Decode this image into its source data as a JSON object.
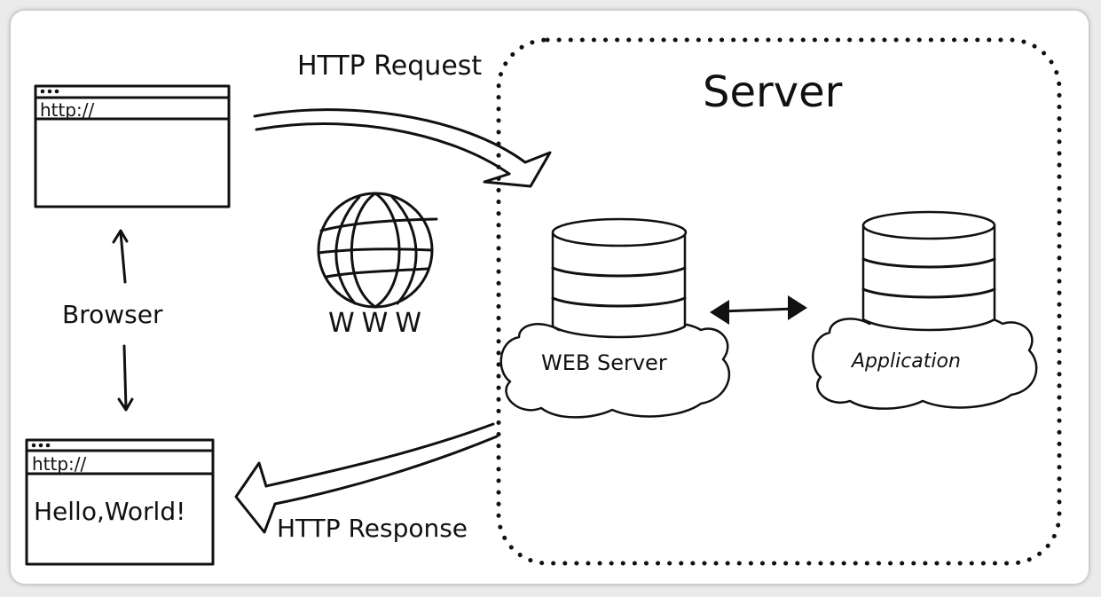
{
  "labels": {
    "http_request": "HTTP Request",
    "http_response": "HTTP Response",
    "server": "Server",
    "www": "WWW",
    "browser": "Browser",
    "url_top": "http://",
    "url_bottom": "http://",
    "hello_world": "Hello,World!",
    "web_server": "WEB Server",
    "application": "Application"
  },
  "colors": {
    "ink": "#111111",
    "paper": "#ffffff",
    "backdrop": "#ebebeb"
  },
  "icons": [
    "globe-icon",
    "database-icon",
    "cloud-icon",
    "double-arrow-icon",
    "browser-window-icon"
  ]
}
